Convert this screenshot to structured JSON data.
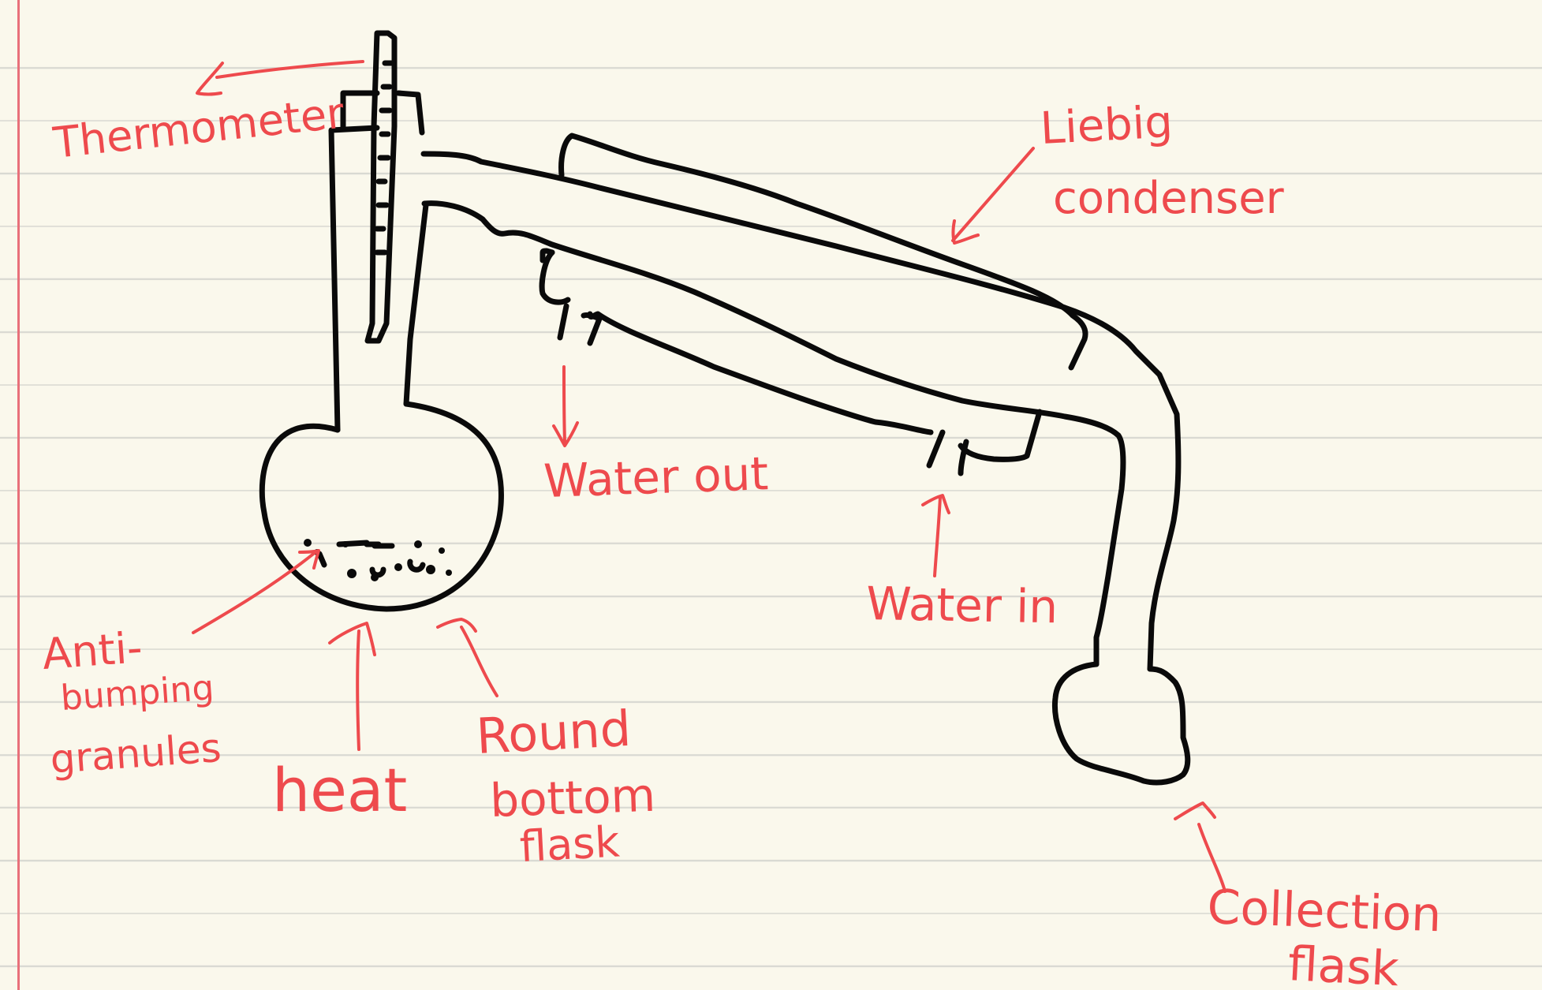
{
  "labels": {
    "thermometer": "Thermometer",
    "liebig_line1": "Liebig",
    "liebig_line2": "condenser",
    "water_out": "Water out",
    "water_in": "Water in",
    "anti_line1": "Anti-",
    "anti_line2": "bumping",
    "anti_line3": "granules",
    "heat": "heat",
    "round_line1": "Round",
    "round_line2": "bottom",
    "round_line3": "flask",
    "collection_line1": "Collection",
    "collection_line2": "flask"
  },
  "colors": {
    "ink": "#0a0a0a",
    "annotation": "#ee4a4d",
    "paper": "#faf8ec",
    "rule": "#d9d9d2",
    "margin": "#e8707a"
  }
}
